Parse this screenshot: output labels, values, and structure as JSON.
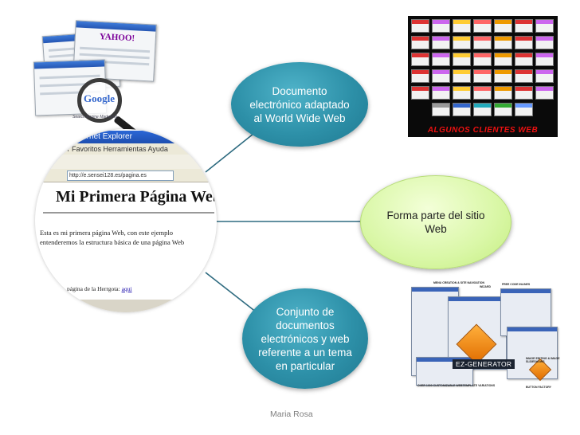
{
  "nodes": {
    "documento": "Documento electrónico adaptado al World Wide Web",
    "forma_parte": "Forma parte del sitio Web",
    "conjunto": "Conjunto de documentos electrónicos y web referente a un tema en particular"
  },
  "browser": {
    "title": "Internet Explorer",
    "menu": "Ver  Favoritos  Herramientas  Ayuda",
    "address": "http://e.sensei128.es/pagina.es",
    "heading": "Mi Primera Página Web",
    "body": "Esta es mi primera página Web, con este ejemplo entenderemos la estructura básica de una página Web",
    "link_prefix": "página de la Herrgota:",
    "link_text": "aqui"
  },
  "images": {
    "search_logos": [
      "YAHOO!",
      "Google"
    ],
    "search_caption": "Search Engine Marketing",
    "clients_label": "ALGUNOS CLIENTES WEB",
    "ez_label": "EZ-GENERATOR",
    "ez_callouts": [
      "MENU CREATION & SITE NAVIGATION",
      "WIZARD",
      "FREE CODE INLINES",
      "IMAGE EDITING & IMAGE SLIDESHOWS",
      "OVER 1000 CUSTOMIZABLE WEBTEMPLATE VARIATIONS",
      "BUTTON FACTORY"
    ]
  },
  "footer": "Maria Rosa",
  "colors": {
    "node_blue": "#2d90a8",
    "node_green": "#d9f7a6",
    "connector": "#2e6b80"
  }
}
